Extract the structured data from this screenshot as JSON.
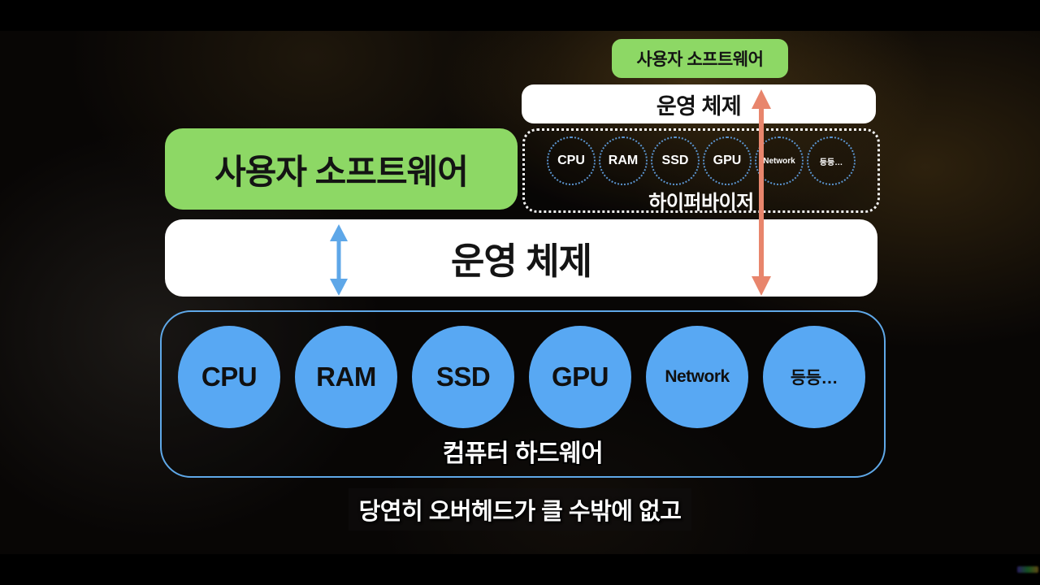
{
  "diagram": {
    "vm_stack": {
      "user_software_label": "사용자 소프트웨어",
      "os_label": "운영 체제",
      "hypervisor": {
        "label": "하이퍼바이저",
        "components": [
          "CPU",
          "RAM",
          "SSD",
          "GPU",
          "Network",
          "등등…"
        ]
      }
    },
    "host_stack": {
      "user_software_label": "사용자 소프트웨어",
      "os_label": "운영 체제"
    },
    "hardware": {
      "label": "컴퓨터 하드웨어",
      "components": [
        "CPU",
        "RAM",
        "SSD",
        "GPU",
        "Network",
        "등등…"
      ]
    },
    "colors": {
      "green_box": "#8dd865",
      "blue_circle": "#58a8f3",
      "hardware_border": "#5fa8e8",
      "blue_arrow": "#5ea7e8",
      "orange_arrow": "#e8856c"
    }
  },
  "subtitle": {
    "text": "당연히 오버헤드가 클 수밖에 없고"
  }
}
